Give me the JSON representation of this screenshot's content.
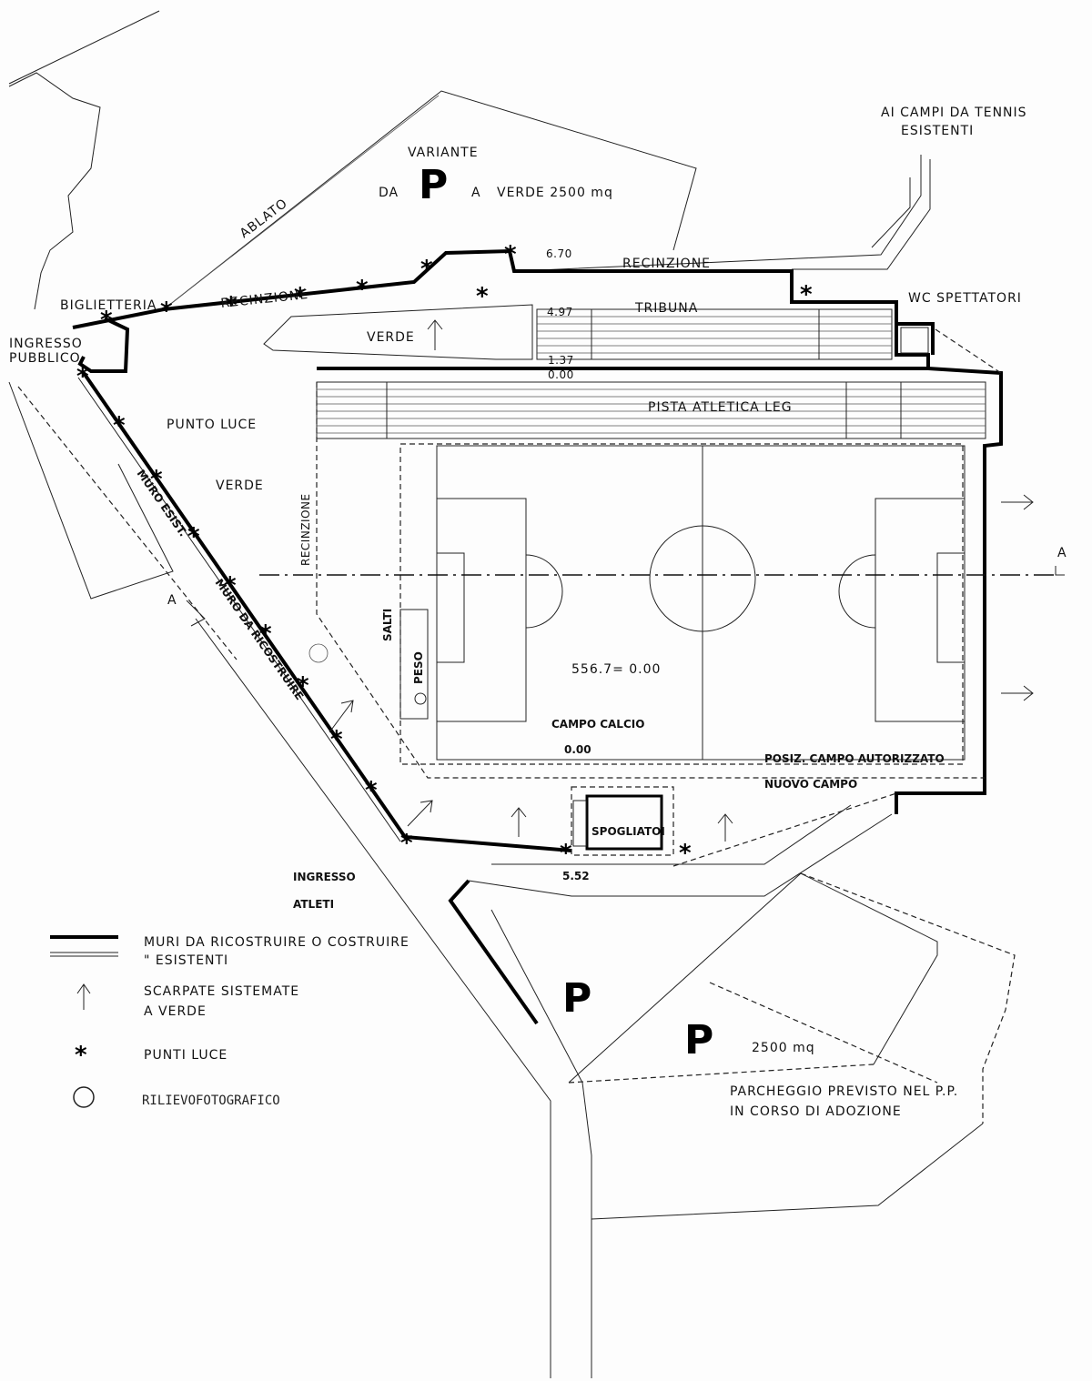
{
  "labels": {
    "tennis_1": "AI CAMPI DA TENNIS",
    "tennis_2": "ESISTENTI",
    "variante": "VARIANTE",
    "da": "DA",
    "a_verde": "A",
    "verde_area": "VERDE 2500 mq",
    "ablato": "ABLATO",
    "recinzione_top": "RECINZIONE",
    "recinzione_mid": "RECINZIONE",
    "recinzione_vert": "RECINZIONE",
    "biglietteria": "BIGLIETTERIA",
    "ingresso_pubblico_1": "INGRESSO",
    "ingresso_pubblico_2": "PUBBLICO",
    "verde_top": "VERDE",
    "tribuna": "TRIBUNA",
    "wc": "WC SPETTATORI",
    "pista": "PISTA ATLETICA LEG",
    "punto_luce": "PUNTO LUCE",
    "verde_left": "VERDE",
    "muro_esist": "MURO ESIST.",
    "muro_ricostr": "MURO DA RICOSTRUIRE",
    "salti": "SALTI",
    "peso": "PESO",
    "quota_campo": "556.7= 0.00",
    "campo_calcio": "CAMPO CALCIO",
    "quota_000_field": "0.00",
    "posiz_campo": "POSIZ. CAMPO AUTORIZZATO",
    "nuovo_campo": "NUOVO CAMPO",
    "spogliatoi": "SPOGLIATOI",
    "ingresso_atleti_1": "INGRESSO",
    "ingresso_atleti_2": "ATLETI",
    "quota_552": "5.52",
    "quota_670": "6.70",
    "quota_497": "4.97",
    "quota_137": "1.37",
    "quota_000": "0.00",
    "section_a": "A",
    "parcheggio_area": "2500 mq",
    "parcheggio_1": "PARCHEGGIO PREVISTO NEL P.P.",
    "parcheggio_2": "IN CORSO DI ADOZIONE",
    "p_symbol": "P"
  },
  "legend": {
    "muri_new": "MURI DA RICOSTRUIRE O COSTRUIRE",
    "muri_exist": "\"   ESISTENTI",
    "scarpate_1": "SCARPATE SISTEMATE",
    "scarpate_2": "A VERDE",
    "punti_luce": "PUNTI LUCE",
    "rilievo": "RILIEVOFOTOGRAFICO"
  },
  "colors": {
    "ink": "#111111",
    "paper": "#fdfdfd"
  }
}
